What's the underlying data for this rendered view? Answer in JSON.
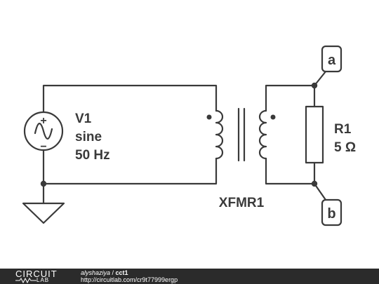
{
  "source": {
    "name": "V1",
    "type": "sine",
    "frequency": "50 Hz",
    "plus_sign": "+",
    "minus_sign": "−"
  },
  "transformer": {
    "name": "XFMR1"
  },
  "resistor": {
    "name": "R1",
    "value": "5 Ω"
  },
  "nodes": {
    "top": "a",
    "bottom": "b"
  },
  "footer": {
    "logo_top": "CIRCUIT",
    "logo_bottom": "LAB",
    "author": "alyshaziya",
    "separator": " / ",
    "title": "cct1",
    "url": "http://circuitlab.com/cr9t77999ergp"
  },
  "colors": {
    "ink": "#3a3a3a",
    "footer_bg": "#2b2b2b"
  }
}
